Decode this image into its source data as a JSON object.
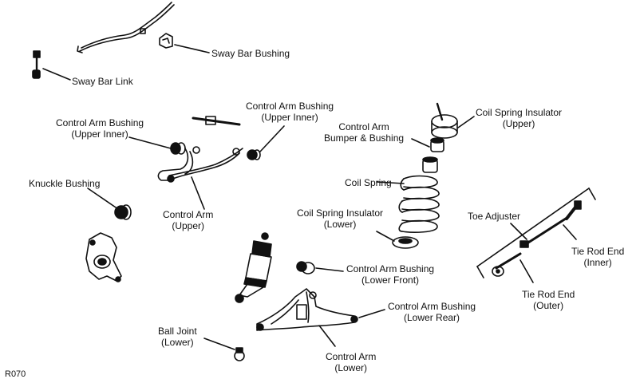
{
  "figure_code": "R070",
  "labels": {
    "sway_bar_bushing": "Sway Bar Bushing",
    "sway_bar_link": "Sway Bar Link",
    "control_arm_bushing_upper_inner_right": [
      "Control Arm Bushing",
      "(Upper Inner)"
    ],
    "control_arm_bushing_upper_inner_left": [
      "Control Arm Bushing",
      "(Upper Inner)"
    ],
    "knuckle_bushing": "Knuckle Bushing",
    "control_arm_upper": [
      "Control Arm",
      "(Upper)"
    ],
    "control_arm_bumper_bushing": [
      "Control Arm",
      "Bumper & Bushing"
    ],
    "coil_spring_insulator_upper": [
      "Coil Spring Insulator",
      "(Upper)"
    ],
    "coil_spring": "Coil Spring",
    "coil_spring_insulator_lower": [
      "Coil Spring Insulator",
      "(Lower)"
    ],
    "toe_adjuster": "Toe Adjuster",
    "tie_rod_end_inner": [
      "Tie Rod End",
      "(Inner)"
    ],
    "tie_rod_end_outer": [
      "Tie Rod End",
      "(Outer)"
    ],
    "control_arm_bushing_lower_front": [
      "Control Arm Bushing",
      "(Lower Front)"
    ],
    "control_arm_bushing_lower_rear": [
      "Control Arm Bushing",
      "(Lower Rear)"
    ],
    "ball_joint_lower": [
      "Ball Joint",
      "(Lower)"
    ],
    "control_arm_lower": [
      "Control Arm",
      "(Lower)"
    ]
  }
}
